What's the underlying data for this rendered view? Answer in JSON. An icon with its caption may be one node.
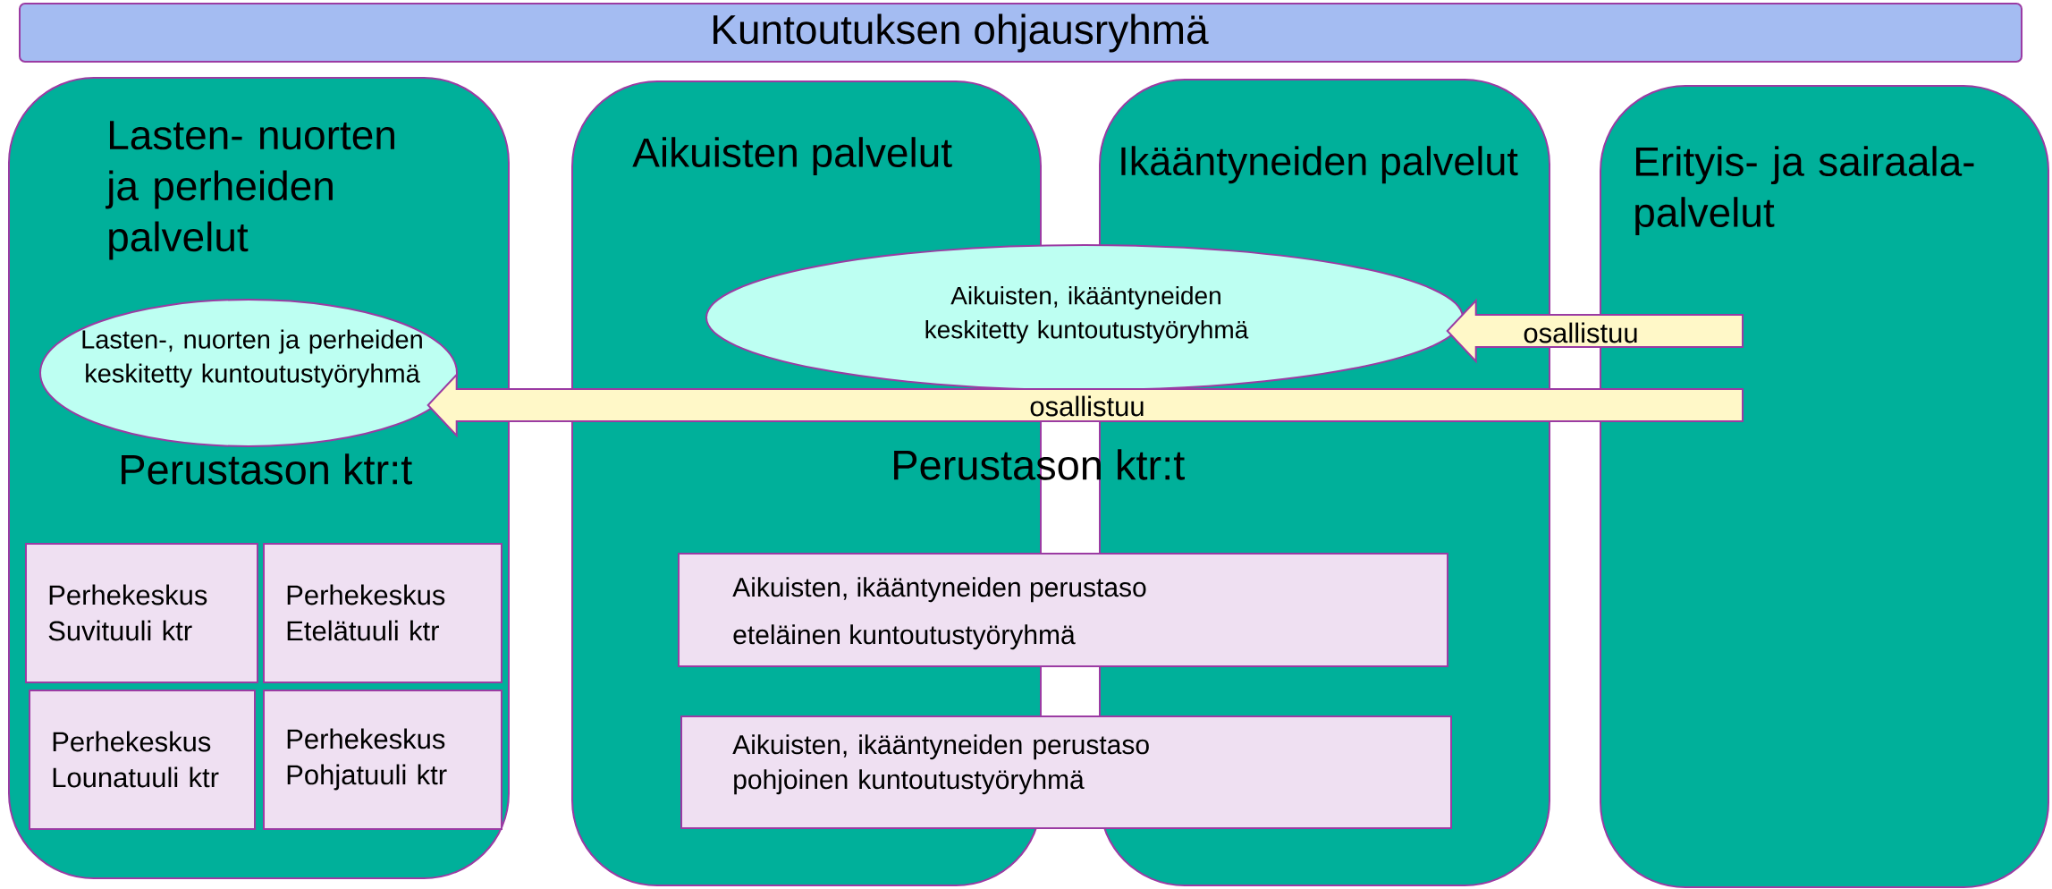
{
  "diagram": {
    "nodes": [
      {
        "text": [
          "Kuntoutuksen ohjausryhmä"
        ]
      },
      {
        "text": [
          "Lasten- nuorten ja perheiden palvelut",
          "Perustason ktr:t"
        ]
      },
      {
        "text": [
          "Aikuisten palvelut"
        ]
      },
      {
        "text": [
          "Ikääntyneiden palvelut"
        ]
      },
      {
        "text": [
          "Erityis- ja sairaala- palvelut"
        ]
      },
      {
        "text": [
          "Lasten-, nuorten ja perheiden keskitetty kuntoutustyöryhmä"
        ],
        "in": 1
      },
      {
        "text": [
          "Aikuisten, ikääntyneiden keskitetty kuntoutustyöryhmä"
        ]
      },
      {
        "text": [
          "Perhekeskus Suvituuli ktr"
        ],
        "in": 1
      },
      {
        "text": [
          "Perhekeskus Etelätuuli ktr"
        ],
        "in": 1
      },
      {
        "text": [
          "Perhekeskus Lounatuuli ktr"
        ],
        "in": 1
      },
      {
        "text": [
          "Perhekeskus Pohjatuuli ktr"
        ],
        "in": 1
      },
      {
        "text": [
          "Aikuisten, ikääntyneiden perustaso",
          "eteläinen kuntoutustyöryhmä"
        ]
      },
      {
        "text": [
          "Aikuisten, ikääntyneiden perustaso pohjoinen kuntoutustyöryhmä"
        ]
      }
    ],
    "edges": [
      {
        "from": 4,
        "to": 6,
        "arrow": "to",
        "label": "osallistuu"
      },
      {
        "from": 4,
        "to": 5,
        "arrow": "to",
        "label": "osallistuu"
      }
    ],
    "labels": [
      "Perustason ktr:t"
    ]
  }
}
